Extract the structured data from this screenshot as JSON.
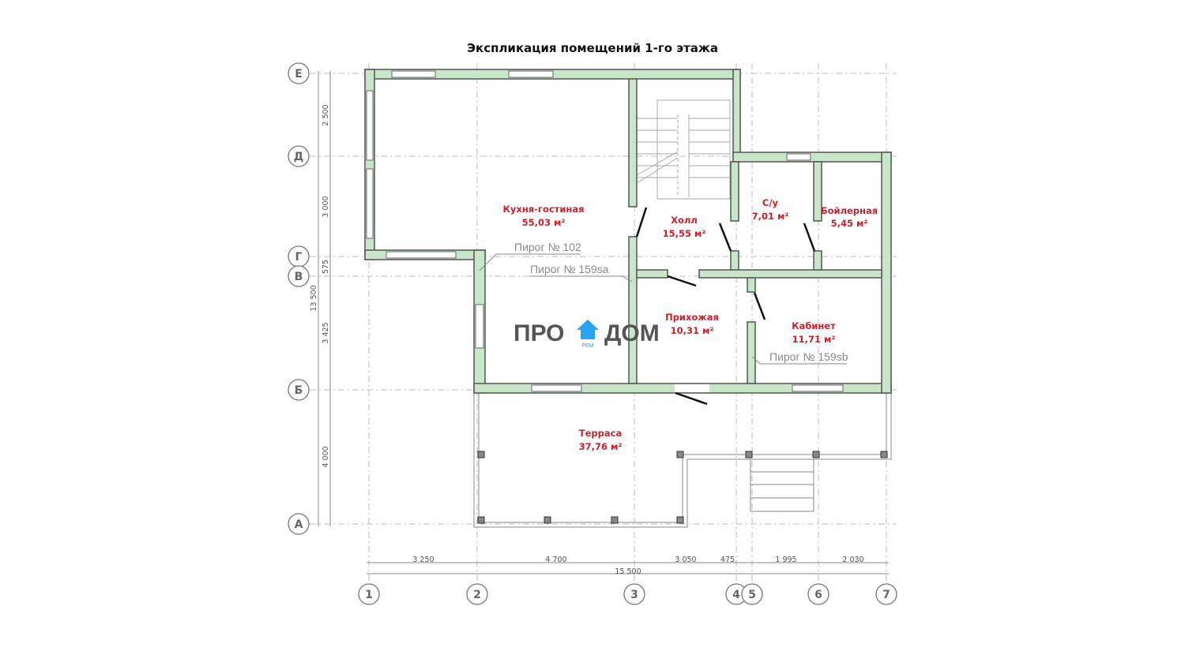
{
  "title": "Экспликация помещений 1-го этажа",
  "rooms": [
    {
      "name": "Кухня-гостиная",
      "area": "55,03 м²"
    },
    {
      "name": "Холл",
      "area": "15,55 м²"
    },
    {
      "name": "С/у",
      "area": "7,01 м²"
    },
    {
      "name": "Бойлерная",
      "area": "5,45 м²"
    },
    {
      "name": "Прихожая",
      "area": "10,31 м²"
    },
    {
      "name": "Кабинет",
      "area": "11,71 м²"
    },
    {
      "name": "Терраса",
      "area": "37,76 м²"
    }
  ],
  "pirog": [
    "Пирог № 102",
    "Пирог № 159sa",
    "Пирог № 159sb"
  ],
  "axes_rows": [
    "Е",
    "Д",
    "Г",
    "В",
    "Б",
    "А"
  ],
  "axes_cols": [
    "1",
    "2",
    "3",
    "4",
    "5",
    "6",
    "7"
  ],
  "dims_vertical": [
    "2 500",
    "3 000",
    "575",
    "3 425",
    "4 000",
    "13 500"
  ],
  "dims_horizontal": [
    "3 250",
    "4 700",
    "3 050",
    "475",
    "1 995",
    "2 030"
  ],
  "dim_total": "15 500",
  "logo": {
    "text_left": "ПРО",
    "text_right": "ДОМ",
    "sub": "РЕМ",
    "color": "#2aa3f0"
  }
}
